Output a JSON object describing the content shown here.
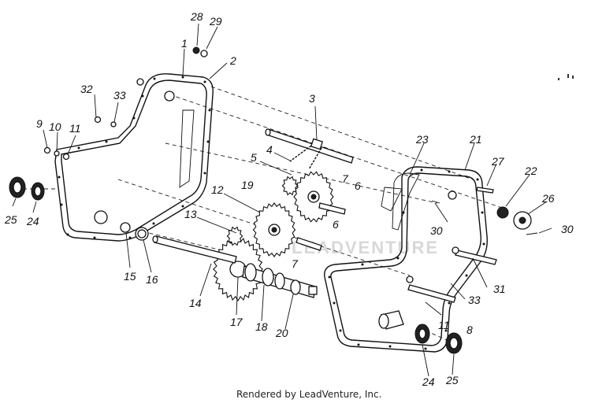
{
  "caption": "Rendered by LeadVenture, Inc.",
  "watermark": "LEADVENTURE",
  "callouts": [
    {
      "id": "1",
      "text": "1"
    },
    {
      "id": "2",
      "text": "2"
    },
    {
      "id": "3",
      "text": "3"
    },
    {
      "id": "4",
      "text": "4"
    },
    {
      "id": "5",
      "text": "5"
    },
    {
      "id": "6a",
      "text": "6"
    },
    {
      "id": "6b",
      "text": "6"
    },
    {
      "id": "7a",
      "text": "7"
    },
    {
      "id": "7b",
      "text": "7"
    },
    {
      "id": "8",
      "text": "8"
    },
    {
      "id": "9",
      "text": "9"
    },
    {
      "id": "10",
      "text": "10"
    },
    {
      "id": "11a",
      "text": "11"
    },
    {
      "id": "11b",
      "text": "11"
    },
    {
      "id": "12",
      "text": "12"
    },
    {
      "id": "13",
      "text": "13"
    },
    {
      "id": "14",
      "text": "14"
    },
    {
      "id": "15",
      "text": "15"
    },
    {
      "id": "16",
      "text": "16"
    },
    {
      "id": "17",
      "text": "17"
    },
    {
      "id": "18",
      "text": "18"
    },
    {
      "id": "19",
      "text": "19"
    },
    {
      "id": "20",
      "text": "20"
    },
    {
      "id": "21",
      "text": "21"
    },
    {
      "id": "22",
      "text": "22"
    },
    {
      "id": "23",
      "text": "23"
    },
    {
      "id": "24a",
      "text": "24"
    },
    {
      "id": "24b",
      "text": "24"
    },
    {
      "id": "25a",
      "text": "25"
    },
    {
      "id": "25b",
      "text": "25"
    },
    {
      "id": "26",
      "text": "26"
    },
    {
      "id": "27",
      "text": "27"
    },
    {
      "id": "28",
      "text": "28"
    },
    {
      "id": "29",
      "text": "29"
    },
    {
      "id": "30a",
      "text": "30"
    },
    {
      "id": "30b",
      "text": "30"
    },
    {
      "id": "31",
      "text": "31"
    },
    {
      "id": "32",
      "text": "32"
    },
    {
      "id": "33a",
      "text": "33"
    },
    {
      "id": "33b",
      "text": "33"
    }
  ]
}
